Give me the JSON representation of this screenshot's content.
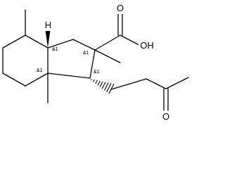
{
  "molecule": {
    "atoms": {
      "oxygen_carbonyl_acid": "O",
      "hydroxyl": "OH",
      "oxygen_ketone": "O",
      "ring_fusion_hydrogen": "H"
    },
    "stereo_labels": {
      "c3a": "&1",
      "c2": "&1",
      "c7a": "&1",
      "c1": "&1"
    },
    "colors": {
      "bond": "#000000",
      "text": "#000000",
      "background": "#ffffff"
    }
  }
}
